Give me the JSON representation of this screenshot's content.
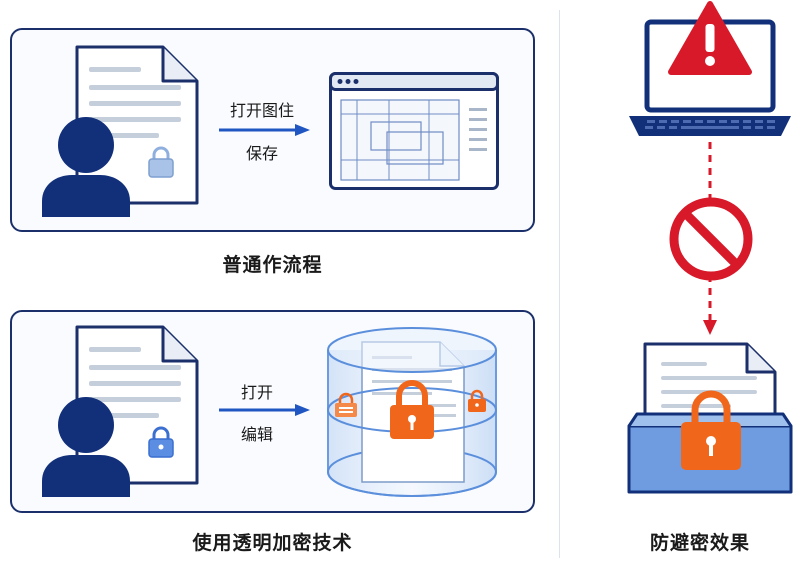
{
  "flows": {
    "normal": {
      "caption": "普通作流程",
      "arrow_line1": "打开图住",
      "arrow_line2": "保存"
    },
    "encrypted": {
      "caption": "使用透明加密技术",
      "arrow_line1": "打开",
      "arrow_line2": "编辑"
    }
  },
  "protection": {
    "caption": "防避密效果"
  },
  "colors": {
    "navy": "#1b2f6b",
    "user": "#12307a",
    "arrow": "#1f56c2",
    "warning_red": "#d7192a",
    "lock_orange": "#f0671c",
    "folder_blue": "#5d8fd8"
  },
  "icons": [
    "user-icon",
    "document-icon",
    "lock-icon",
    "browser-window-icon",
    "encrypted-cylinder-icon",
    "laptop-icon",
    "warning-icon",
    "prohibited-icon",
    "folder-icon"
  ]
}
